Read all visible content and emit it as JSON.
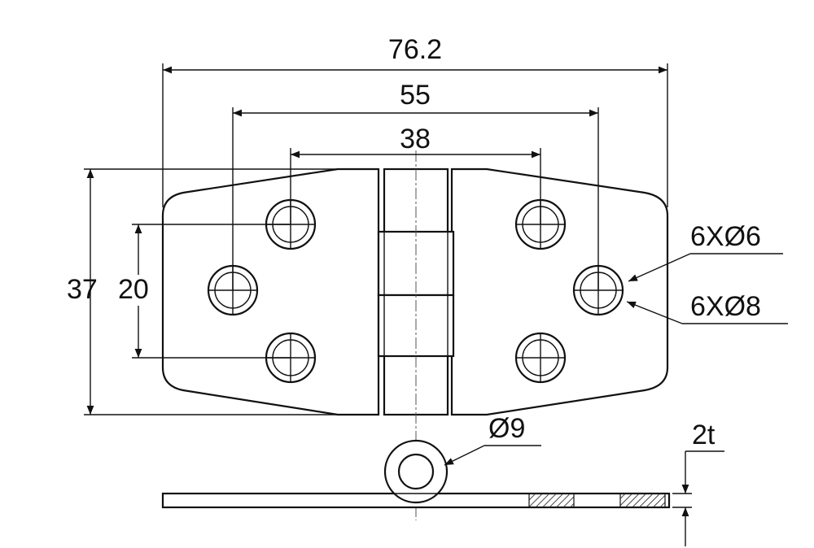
{
  "dimensions": {
    "overall_width": "76.2",
    "outer_hole_spacing": "55",
    "inner_hole_spacing": "38",
    "overall_height": "37",
    "hole_vertical_spacing": "20",
    "hole_callout_small": "6XØ6",
    "hole_callout_large": "6XØ8",
    "pin_diameter": "Ø9",
    "thickness": "2t"
  },
  "colors": {
    "line": "#111111",
    "background": "#ffffff",
    "hatch": "#444444"
  }
}
